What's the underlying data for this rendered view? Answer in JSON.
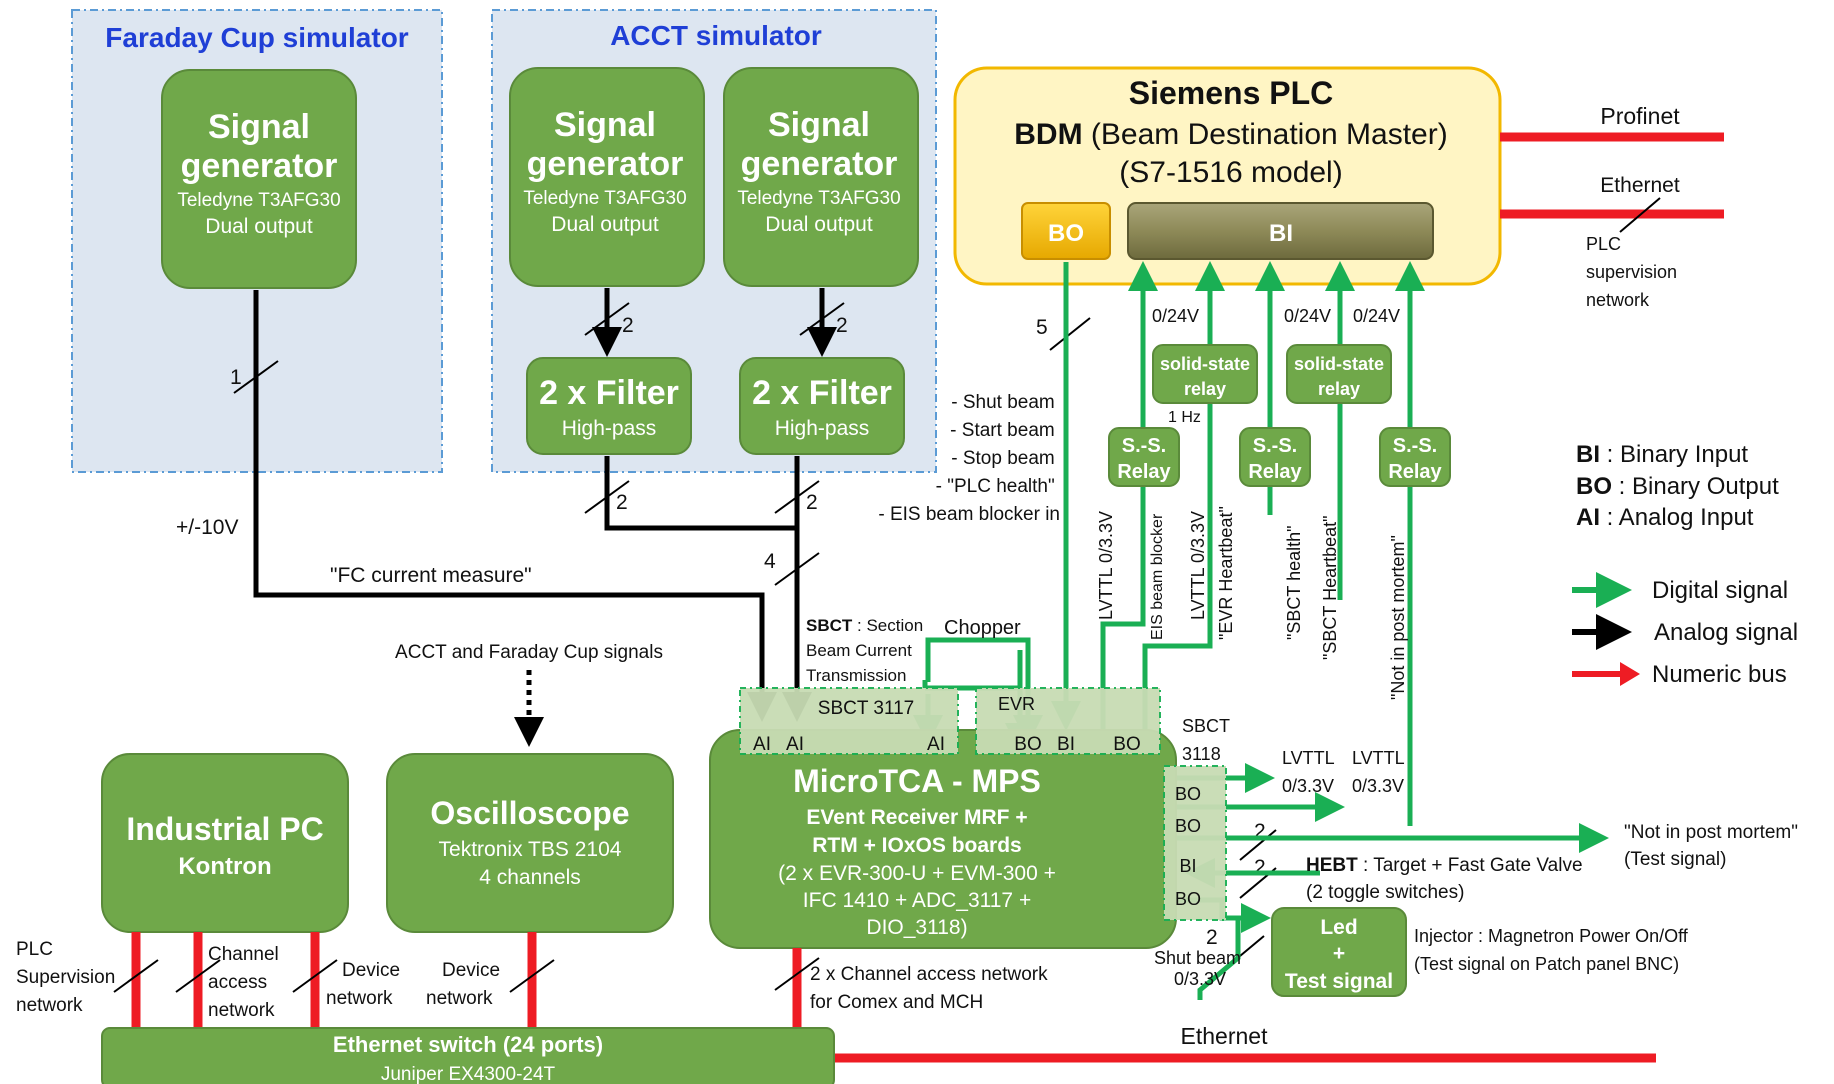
{
  "colors": {
    "box_green": "#70a84a",
    "box_stroke": "#5a8a3a",
    "sim_bg": "#dde6f1",
    "sim_border": "#5b9bd5",
    "plc_bg": "#fff5c4",
    "plc_border": "#f2b800",
    "digital": "#1aaf54",
    "analog": "#000000",
    "numeric": "#ee1c24",
    "title_blue": "#1f3fd6"
  },
  "fc_sim": {
    "title": "Faraday Cup simulator",
    "gen": {
      "t1": "Signal",
      "t2": "generator",
      "s1": "Teledyne T3AFG30",
      "s2": "Dual output"
    }
  },
  "acct_sim": {
    "title": "ACCT simulator",
    "gen1": {
      "t1": "Signal",
      "t2": "generator",
      "s1": "Teledyne T3AFG30",
      "s2": "Dual output"
    },
    "gen2": {
      "t1": "Signal",
      "t2": "generator",
      "s1": "Teledyne T3AFG30",
      "s2": "Dual output"
    },
    "filter1": {
      "t": "2 x Filter",
      "s": "High-pass"
    },
    "filter2": {
      "t": "2 x Filter",
      "s": "High-pass"
    }
  },
  "plc": {
    "l1": "Siemens PLC",
    "l2a": "BDM",
    "l2b": " (Beam Destination Master)",
    "l3": "(S7-1516  model)",
    "bo": "BO",
    "bi": "BI"
  },
  "profinet": "Profinet",
  "ethernet_top": "Ethernet",
  "plc_net": [
    "PLC",
    "supervision",
    "network"
  ],
  "counts": {
    "n1": "1",
    "n2a": "2",
    "n2b": "2",
    "n2c": "2",
    "n2d": "2",
    "n4": "4",
    "n5": "5",
    "n2e": "2",
    "n2f": "2",
    "n2g": "2"
  },
  "volt": {
    "pm10": "+/-10V",
    "v1": "0/24V",
    "v2": "0/24V",
    "v3": "0/24V",
    "hz": "1 Hz"
  },
  "fc_measure": "\"FC current measure\"",
  "signals": [
    "- Shut beam",
    "- Start beam",
    "- Stop beam",
    "- \"PLC health\"",
    "- EIS beam blocker in"
  ],
  "relays": {
    "ssr1a": "solid-state",
    "ssr1b": "relay",
    "ssr2a": "solid-state",
    "ssr2b": "relay",
    "r1a": "S.-S.",
    "r1b": "Relay",
    "r2a": "S.-S.",
    "r2b": "Relay",
    "r3a": "S.-S.",
    "r3b": "Relay"
  },
  "vlabels": {
    "eis": "EIS beam blocker",
    "lv1": "LVTTL  0/3.3V",
    "lv2": "LVTTL  0/3.3V",
    "evr_hb": "\"EVR Heartbeat\"",
    "sbct_health": "\"SBCT health\"",
    "sbct_hb": "\"SBCT Heartbeat\"",
    "nipm": "\"Not in post mortem\""
  },
  "legend": {
    "bi_k": "BI",
    "bi_v": " : Binary Input",
    "bo_k": "BO",
    "bo_v": " : Binary Output",
    "ai_k": "AI",
    "ai_v": " : Analog Input",
    "digital": "Digital signal",
    "analog": "Analog signal",
    "numeric": "Numeric bus"
  },
  "acct_fc_signals": "ACCT and Faraday Cup signals",
  "sbct_note": {
    "k": "SBCT",
    "v": " : Section",
    "l2": "Beam Current",
    "l3": "Transmission"
  },
  "chopper": "Chopper",
  "sbct3117": "SBCT 3117",
  "evr": "EVR",
  "ports": {
    "ai1": "AI",
    "ai2": "AI",
    "ai3": "AI",
    "bo1": "BO",
    "bi1": "BI",
    "bo2": "BO"
  },
  "sbct3118": [
    "SBCT",
    "3118"
  ],
  "side_ports": {
    "p1": "BO",
    "p2": "BO",
    "p3": "BI",
    "p4": "BO"
  },
  "lvttl_r": {
    "a1": "LVTTL",
    "a2": "0/3.3V",
    "b1": "LVTTL",
    "b2": "0/3.3V"
  },
  "mtca": {
    "title": "MicroTCA - MPS",
    "l1": "EVent Receiver MRF +",
    "l2": "RTM + IOxOS boards",
    "l3": "(2 x EVR-300-U + EVM-300 +",
    "l4": "IFC 1410  +  ADC_3117 +",
    "l5": "DIO_3118)"
  },
  "nipm_out": [
    "\"Not in post mortem\"",
    "(Test signal)"
  ],
  "hebt": {
    "k": "HEBT",
    "v": " : Target + Fast Gate Valve",
    "l2": "(2 toggle switches)"
  },
  "led": {
    "l1": "Led",
    "l2": "+",
    "l3": "Test signal"
  },
  "injector": [
    "Injector : Magnetron Power On/Off",
    "(Test signal on Patch panel BNC)"
  ],
  "shut": [
    "Shut beam",
    "0/3.3V"
  ],
  "ipc": {
    "t": "Industrial PC",
    "s": "Kontron"
  },
  "osc": {
    "t": "Oscilloscope",
    "s1": "Tektronix TBS 2104",
    "s2": "4 channels"
  },
  "bot": {
    "plc": [
      "PLC",
      "Supervision",
      "network"
    ],
    "ca": [
      "Channel",
      "access",
      "network"
    ],
    "dev1": [
      "Device",
      "network"
    ],
    "dev2": [
      "Device",
      "network"
    ],
    "ca2": [
      "2 x Channel access network",
      "for Comex and MCH"
    ]
  },
  "switch": {
    "t": "Ethernet switch (24 ports)",
    "s": "Juniper EX4300-24T"
  },
  "ethernet_bot": "Ethernet"
}
